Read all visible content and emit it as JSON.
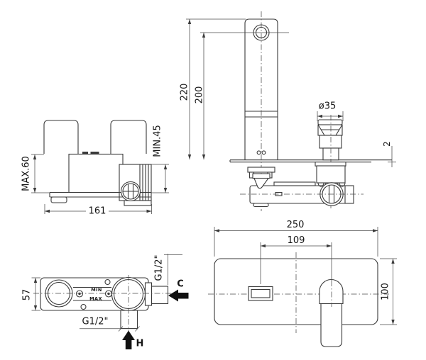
{
  "drawing": {
    "background": "#ffffff",
    "line_color": "#3a3a3a",
    "text_color": "#141414",
    "views": {
      "rough_in_side": {
        "dims": {
          "max_depth": "MAX.60",
          "min_depth": "MIN.45",
          "body_width": "161"
        }
      },
      "faucet_side": {
        "dims": {
          "spout_height": "220",
          "outlet_height": "200",
          "handle_diameter": "ø35",
          "plate_thickness": "2"
        }
      },
      "rough_in_front": {
        "dims": {
          "body_height": "57",
          "cold_thread": "G1/2\"",
          "hot_thread": "G1/2\""
        },
        "markings": {
          "min": "MIN",
          "max": "MAX"
        },
        "ports": {
          "cold": "C",
          "hot": "H"
        }
      },
      "plate_front": {
        "dims": {
          "plate_width": "250",
          "outlet_to_handle": "109",
          "plate_height": "100"
        }
      }
    }
  }
}
